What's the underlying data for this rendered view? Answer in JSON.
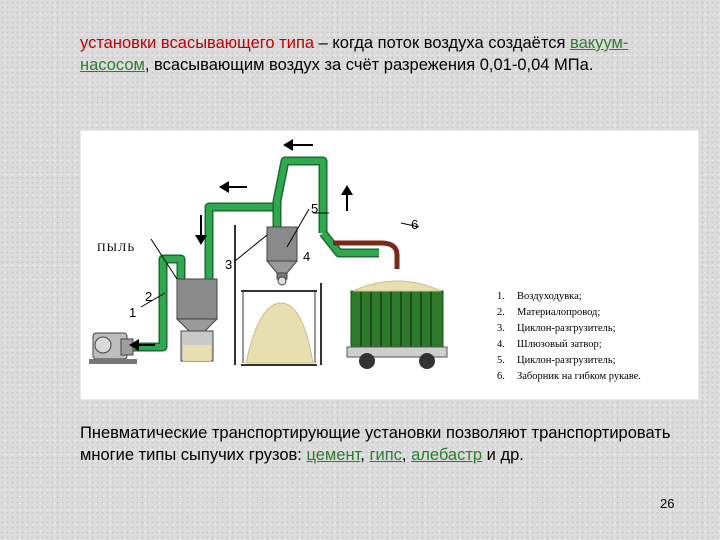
{
  "intro": {
    "lead_red": "установки всасывающего типа",
    "dash": " – когда поток воздуха создаётся ",
    "link_pump": "вакуум-насосом",
    "rest": ", всасывающим воздух за счёт разрежения 0,01-0,04 МПа."
  },
  "diagram": {
    "dust_label": "ПЫЛЬ",
    "numbers": [
      "1",
      "2",
      "3",
      "4",
      "5",
      "6"
    ],
    "legend": [
      {
        "num": "1.",
        "text": "Воздуходувка;"
      },
      {
        "num": "2.",
        "text": "Материалопровод;"
      },
      {
        "num": "3.",
        "text": "Циклон-разгрузитель;"
      },
      {
        "num": "4.",
        "text": "Шлюзовый затвор;"
      },
      {
        "num": "5.",
        "text": "Циклон-разгрузитель;"
      },
      {
        "num": "6.",
        "text": "Заборник на гибком рукаве."
      }
    ],
    "colors": {
      "pipe": "#2fa84f",
      "pipe_dark": "#1a6b30",
      "steel": "#8a8a8a",
      "cargo": "#e8dfb0",
      "truck": "#2d7a2d"
    }
  },
  "outro": {
    "text1": "Пневматические транспортирующие установки позволяют транспортировать многие типы сыпучих грузов: ",
    "link_cement": "цемент",
    "sep1": ", ",
    "link_gips": "гипс",
    "sep2": ", ",
    "link_alebastr": "алебастр",
    "tail": " и др."
  },
  "page_number": "26"
}
